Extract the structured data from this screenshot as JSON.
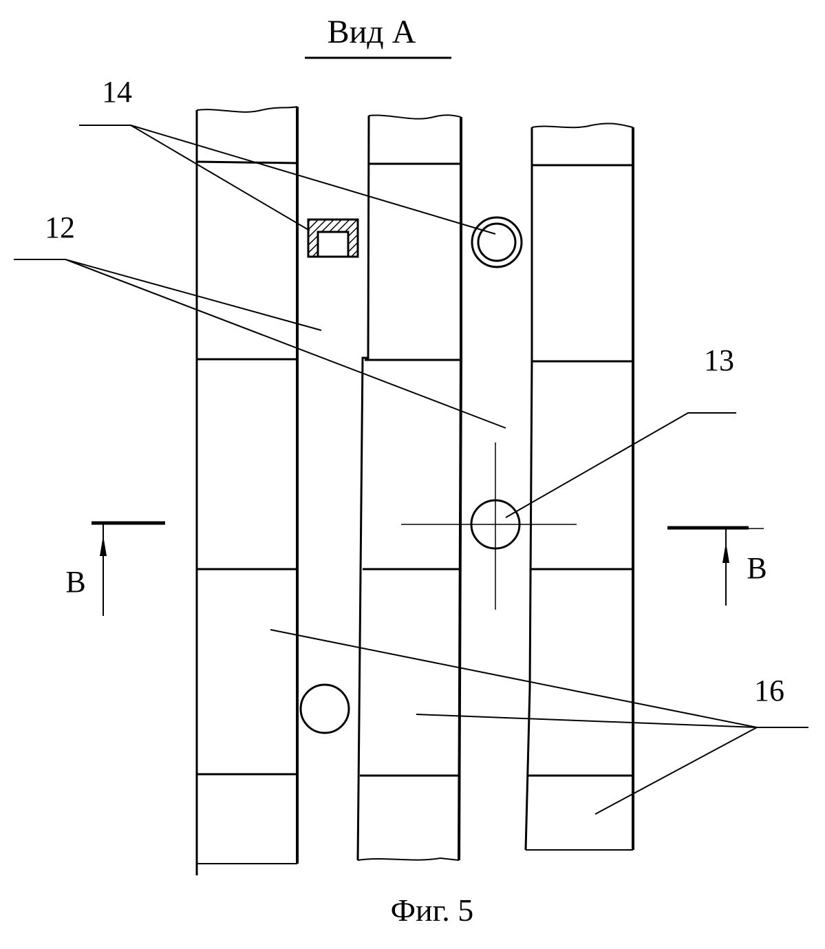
{
  "title": "Вид А",
  "caption": "Фиг. 5",
  "labels": {
    "ref_14": "14",
    "ref_12": "12",
    "ref_13": "13",
    "ref_16": "16",
    "section_left": "B",
    "section_right": "B"
  }
}
